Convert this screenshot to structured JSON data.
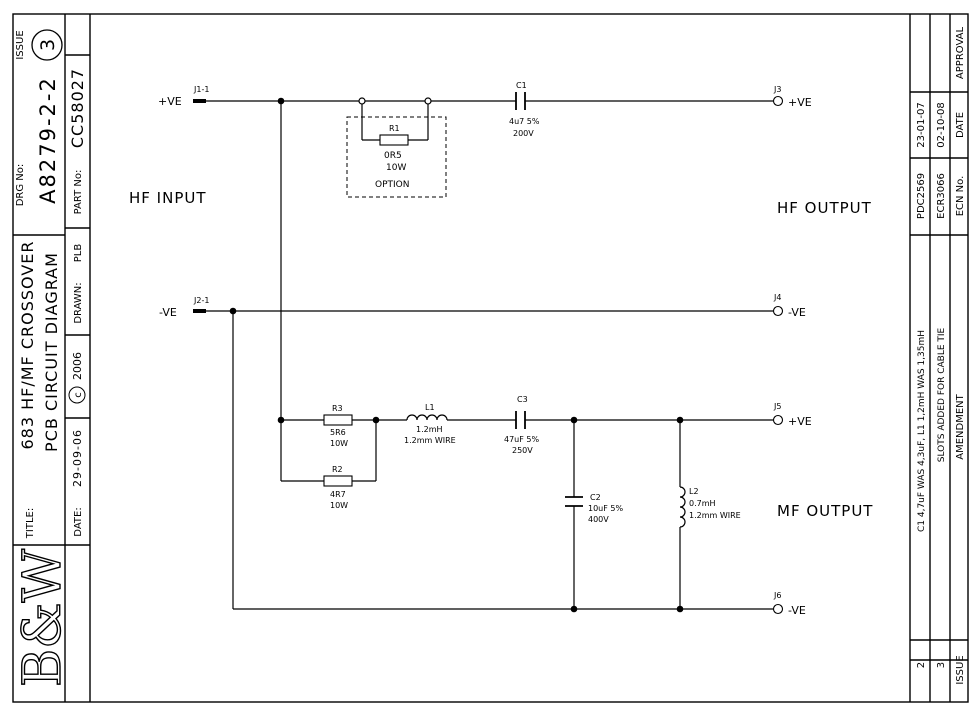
{
  "title_block": {
    "title_label": "TITLE:",
    "title_line1": "683 HF/MF CROSSOVER",
    "title_line2": "PCB CIRCUIT DIAGRAM",
    "drg_label": "DRG No:",
    "drg_number": "A8279-2-2",
    "issue_label": "ISSUE",
    "issue_number": "3",
    "part_label": "PART No:",
    "part_number": "CC58027",
    "drawn_label": "DRAWN:",
    "drawn_by": "PLB",
    "copyright_symbol": "c",
    "copyright_year": "2006",
    "date_label": "DATE:",
    "date_value": "29-09-06",
    "logo_text": "B&W"
  },
  "schematic": {
    "hf_input_label": "HF INPUT",
    "hf_output_label": "HF OUTPUT",
    "mf_output_label": "MF OUTPUT",
    "j1": {
      "ref": "J1-1",
      "label": "+VE"
    },
    "j2": {
      "ref": "J2-1",
      "label": "-VE"
    },
    "j3": {
      "ref": "J3",
      "label": "+VE"
    },
    "j4": {
      "ref": "J4",
      "label": "-VE"
    },
    "j5": {
      "ref": "J5",
      "label": "+VE"
    },
    "j6": {
      "ref": "J6",
      "label": "-VE"
    },
    "c1": {
      "ref": "C1",
      "value": "4u7 5%",
      "rating": "200V"
    },
    "r1": {
      "ref": "R1",
      "value": "0R5",
      "rating": "10W",
      "note": "OPTION"
    },
    "r3": {
      "ref": "R3",
      "value": "5R6",
      "rating": "10W"
    },
    "r2": {
      "ref": "R2",
      "value": "4R7",
      "rating": "10W"
    },
    "l1": {
      "ref": "L1",
      "value": "1.2mH",
      "note": "1.2mm WIRE"
    },
    "c3": {
      "ref": "C3",
      "value": "47uF 5%",
      "rating": "250V"
    },
    "c2": {
      "ref": "C2",
      "value": "10uF 5%",
      "rating": "400V"
    },
    "l2": {
      "ref": "L2",
      "value": "0.7mH",
      "note": "1.2mm WIRE"
    }
  },
  "revision_block": {
    "headers": {
      "issue": "ISSUE",
      "amendment": "AMENDMENT",
      "ecn": "ECN No.",
      "date": "DATE",
      "approval": "APPROVAL"
    },
    "rows": [
      {
        "issue": "2",
        "amendment": "C1 4,7uF WAS 4,3uF, L1 1,2mH WAS 1,35mH",
        "ecn": "PDC2569",
        "date": "23-01-07",
        "approval": ""
      },
      {
        "issue": "3",
        "amendment": "SLOTS ADDED FOR CABLE TIE",
        "ecn": "ECR3066",
        "date": "02-10-08",
        "approval": ""
      }
    ]
  }
}
